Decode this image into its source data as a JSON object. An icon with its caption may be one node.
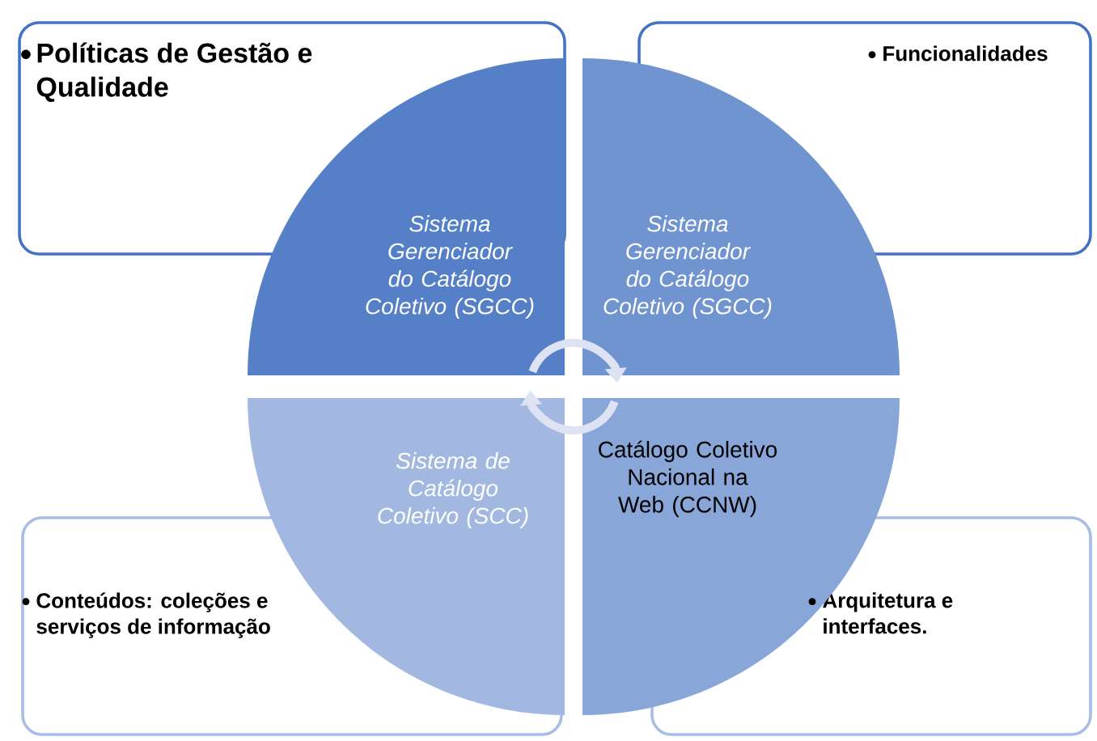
{
  "diagram": {
    "nodes": [
      {
        "text": [
          "Políticas de Gestão e Qualidade"
        ]
      },
      {
        "text": [
          "Funcionalidades"
        ]
      },
      {
        "text": [
          "Sistema Gerenciador do Catálogo Coletivo (SGCC)"
        ]
      },
      {
        "text": [
          "Sistema Gerenciador do Catálogo Coletivo (SGCC)"
        ]
      },
      {
        "text": [
          "Sistema de Catálogo Coletivo (SCC)"
        ]
      },
      {
        "text": [
          "Catálogo Coletivo Nacional na Web (CCNW)"
        ]
      },
      {
        "text": [
          "Conteúdos: coleções e serviços de informação"
        ]
      },
      {
        "text": [
          "Arquitetura e interfaces."
        ]
      }
    ],
    "edges": [
      {
        "from": 2,
        "to": 3,
        "arrow": "to"
      },
      {
        "from": 5,
        "to": 4,
        "arrow": "to"
      }
    ]
  }
}
